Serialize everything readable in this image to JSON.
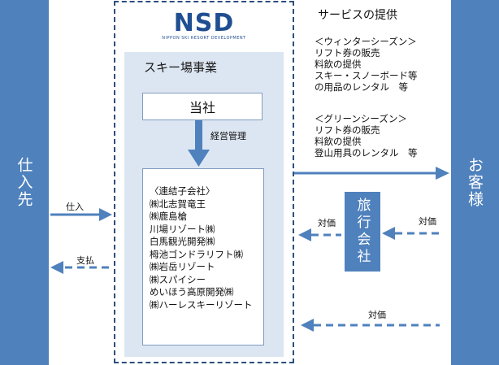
{
  "supplier": {
    "label": "仕入先"
  },
  "customer": {
    "label": "お客様"
  },
  "company": {
    "logo_text": "NSD",
    "logo_subtitle": "NIPPON SKI RESORT DEVELOPMENT",
    "business_title": "スキー場事業",
    "parent_label": "当社",
    "management_label": "経営管理",
    "subsidiaries_header": "〈連結子会社〉",
    "subsidiaries": [
      "㈱北志賀竜王",
      "㈱鹿島槍",
      "川場リゾート㈱",
      "白馬観光開発㈱",
      "栂池ゴンドラリフト㈱",
      "㈱岩岳リゾート",
      "㈱スパイシー",
      "めいほう高原開発㈱",
      "㈱ハーレスキーリゾート"
    ]
  },
  "services": {
    "title": "サービスの提供",
    "winter_title": "＜ウィンターシーズン＞",
    "winter_items": [
      "リフト券の販売",
      "料飲の提供",
      "スキー・スノーボード等",
      "の用品のレンタル　等"
    ],
    "green_title": "＜グリーンシーズン＞",
    "green_items": [
      "リフト券の販売",
      "料飲の提供",
      "登山用具のレンタル　等"
    ]
  },
  "travel_agency": {
    "label": "旅行会社"
  },
  "flows": {
    "purchase": "仕入",
    "payment": "支払",
    "consideration_1": "対価",
    "consideration_2": "対価",
    "consideration_3": "対価"
  },
  "colors": {
    "blue_box": "#4f81bd",
    "business_bg": "#dce6f2",
    "frame": "#2d4f7c"
  }
}
